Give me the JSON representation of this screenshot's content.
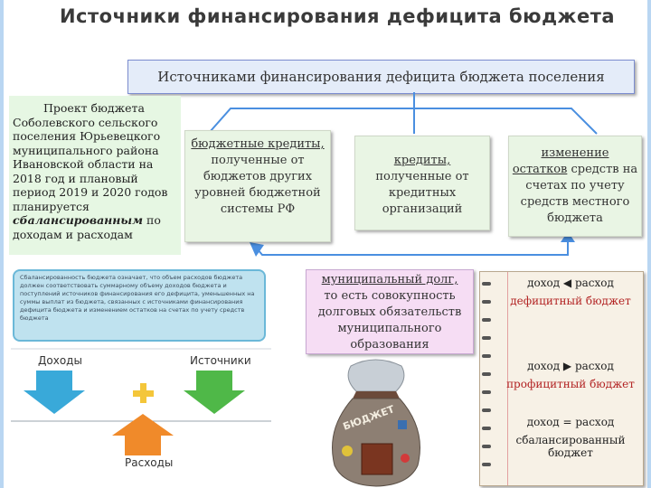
{
  "title": "Источники финансирования дефицита бюджета",
  "subtitle": "Источниками финансирования дефицита бюджета поселения",
  "project": {
    "text": "Проект бюджета Соболевского сельского поселения Юрьевецкого муниципального района Ивановской области на 2018 год и плановый период 2019 и 2020 годов планируется",
    "emph": "сбалансированным",
    "tail": " по доходам и расходам"
  },
  "sources": {
    "credits_link": "бюджетные кредиты,",
    "credits_text": "полученные от бюджетов других уровней бюджетной системы РФ",
    "bank_link": "кредиты,",
    "bank_text": "полученные от кредитных организаций",
    "rest_link1": "изменение",
    "rest_link2": "остатков",
    "rest_text": " средств на счетах по учету средств местного бюджета"
  },
  "debt": {
    "link": "муниципальный долг,",
    "text": "то есть совокупность долговых обязательств муниципального образования"
  },
  "note": "Сбалансированность бюджета означает, что объем расходов бюджета должен соответствовать суммарному объему доходов бюджета и поступлений источников финансирования его дефицита, уменьшенных на суммы выплат из бюджета, связанных с источниками финансирования дефицита бюджета и изменением остатков на счетах по учету средств бюджета",
  "diagram": {
    "income": "Доходы",
    "sources": "Источники",
    "expenses": "Расходы"
  },
  "bag_label": "БЮДЖЕТ",
  "notebook": {
    "r1": "доход ◀ расход",
    "r1b": "дефицитный бюджет",
    "r2": "доход ▶ расход",
    "r2b": "профицитный бюджет",
    "r3": "доход = расход",
    "r3b": "сбалансированный бюджет"
  },
  "colors": {
    "accent_blue": "#4a8fe0",
    "arrow_blue": "#39a9d9",
    "arrow_green": "#4fb848",
    "arrow_orange": "#f08a2a",
    "plus": "#f4c63a"
  }
}
